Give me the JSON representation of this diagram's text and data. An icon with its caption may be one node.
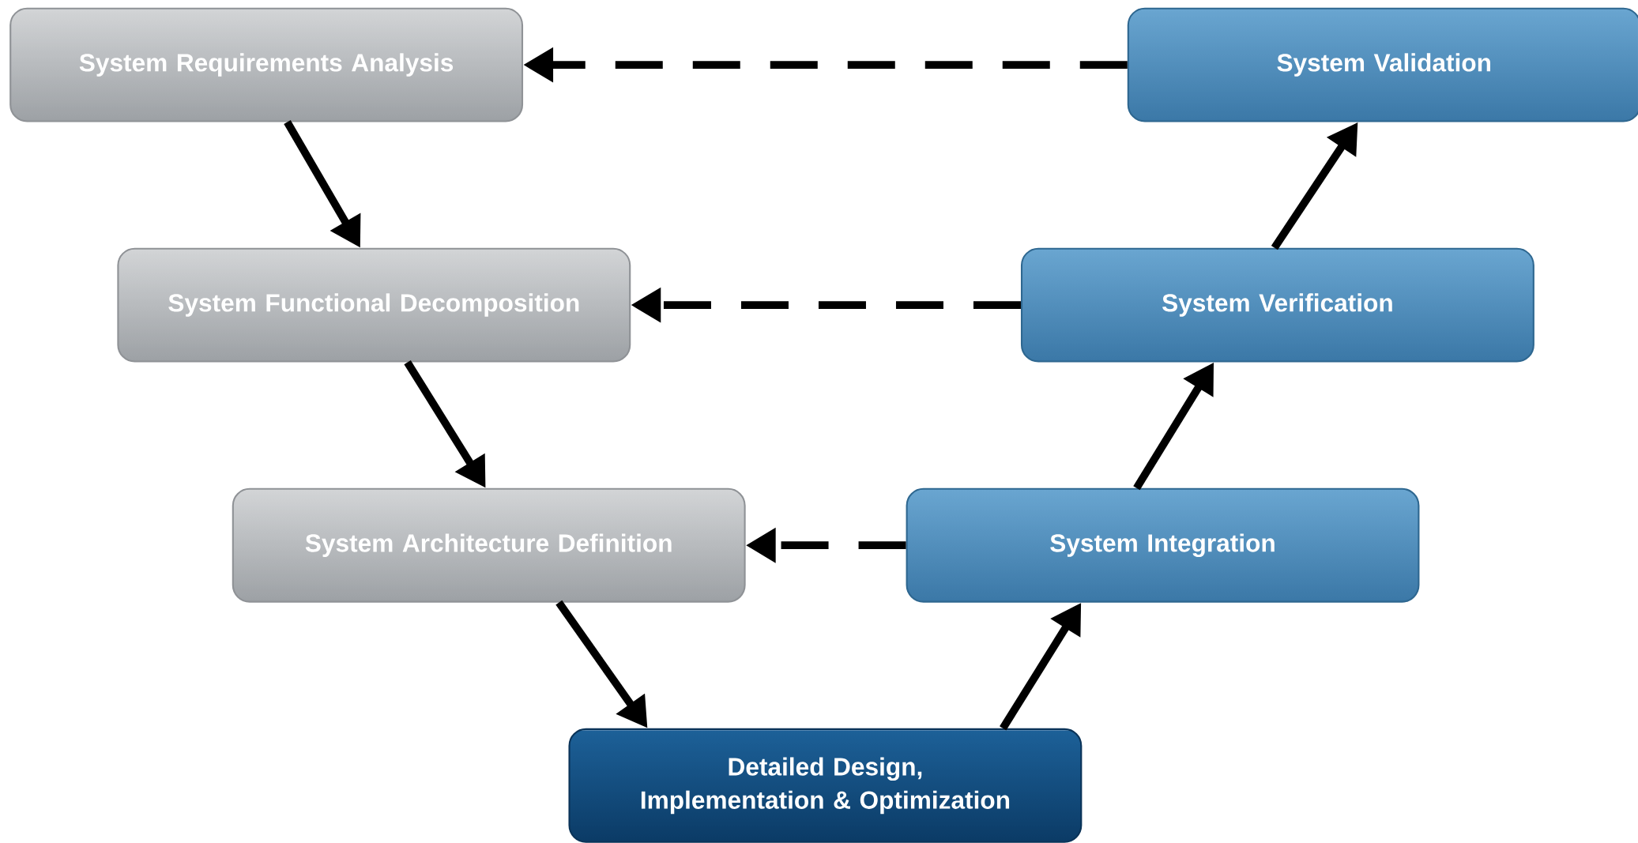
{
  "diagram": {
    "nodes": [
      {
        "text": [
          "System Requirements Analysis"
        ]
      },
      {
        "text": [
          "System Functional Decomposition"
        ]
      },
      {
        "text": [
          "System Architecture Definition"
        ]
      },
      {
        "text": [
          "Detailed Design, Implementation & Optimization"
        ]
      },
      {
        "text": [
          "System Integration"
        ]
      },
      {
        "text": [
          "System Verification"
        ]
      },
      {
        "text": [
          "System Validation"
        ]
      }
    ],
    "edges": [
      {
        "from": 0,
        "to": 1,
        "arrow": "to"
      },
      {
        "from": 1,
        "to": 2,
        "arrow": "to"
      },
      {
        "from": 2,
        "to": 3,
        "arrow": "to"
      },
      {
        "from": 3,
        "to": 4,
        "arrow": "to"
      },
      {
        "from": 4,
        "to": 5,
        "arrow": "to"
      },
      {
        "from": 5,
        "to": 6,
        "arrow": "to"
      },
      {
        "from": 6,
        "to": 0,
        "arrow": "to",
        "style": "dashed"
      },
      {
        "from": 5,
        "to": 1,
        "arrow": "to",
        "style": "dashed"
      },
      {
        "from": 4,
        "to": 2,
        "arrow": "to",
        "style": "dashed"
      }
    ]
  }
}
